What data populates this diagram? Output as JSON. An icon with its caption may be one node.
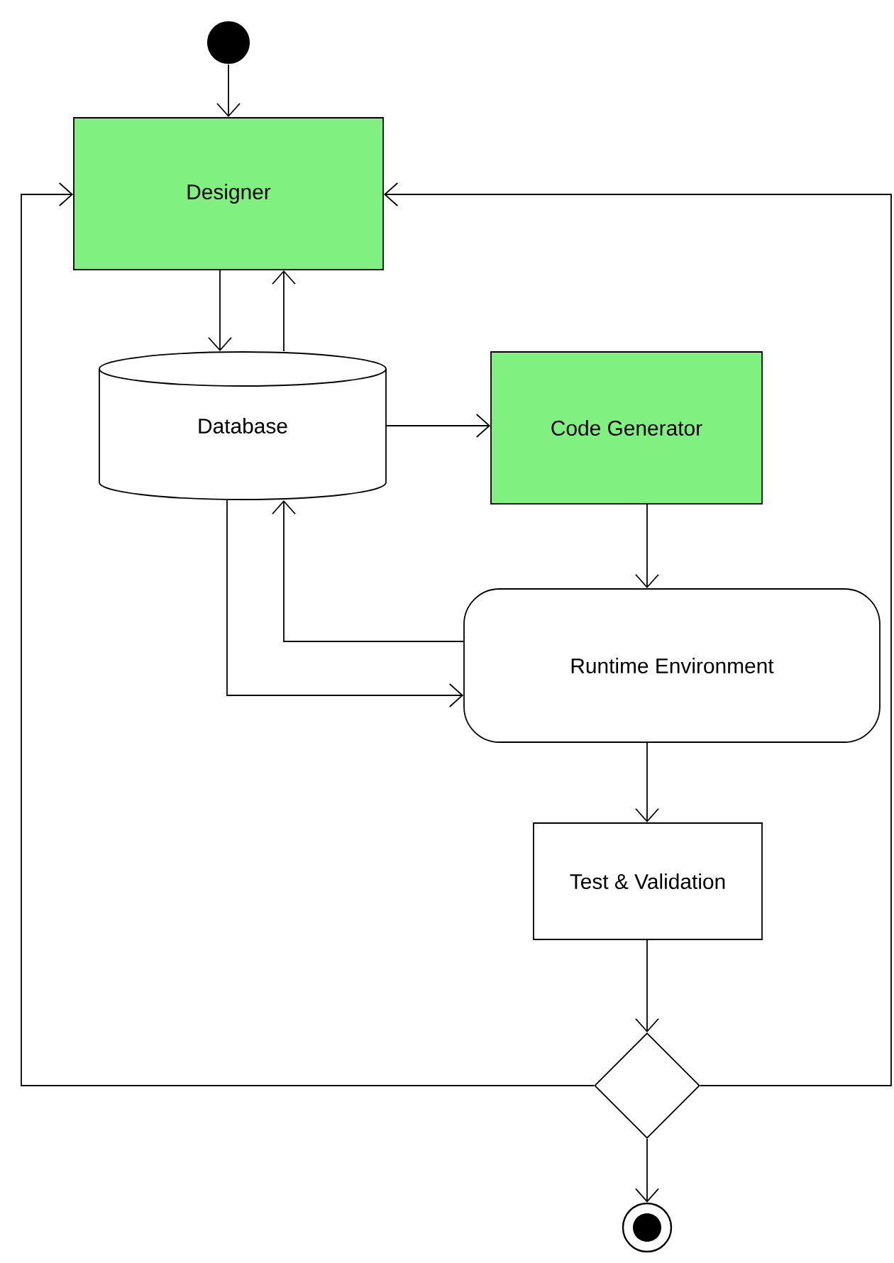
{
  "diagram": {
    "nodes": [
      {
        "text": [],
        "shape": "circle"
      },
      {
        "text": [
          "Designer"
        ]
      },
      {
        "text": [
          "Database"
        ]
      },
      {
        "text": [
          "Code Generator"
        ]
      },
      {
        "text": [
          "Runtime Environment"
        ]
      },
      {
        "text": [
          "Test & Validation"
        ]
      },
      {
        "text": [],
        "shape": "diamond"
      },
      {
        "text": [],
        "shape": "circle"
      }
    ],
    "edges": [
      {
        "from": 0,
        "to": 1,
        "arrow": "to"
      },
      {
        "from": 1,
        "to": 2,
        "arrow": "to"
      },
      {
        "from": 2,
        "to": 1,
        "arrow": "to"
      },
      {
        "from": 2,
        "to": 3,
        "arrow": "to"
      },
      {
        "from": 3,
        "to": 4,
        "arrow": "to"
      },
      {
        "from": 4,
        "to": 2,
        "arrow": "to"
      },
      {
        "from": 2,
        "to": 4,
        "arrow": "to"
      },
      {
        "from": 4,
        "to": 5,
        "arrow": "to"
      },
      {
        "from": 5,
        "to": 6,
        "arrow": "to"
      },
      {
        "from": 6,
        "to": 7,
        "arrow": "to"
      },
      {
        "from": 6,
        "to": 1,
        "arrow": "to"
      },
      {
        "from": 6,
        "to": 1,
        "arrow": "to"
      }
    ]
  }
}
